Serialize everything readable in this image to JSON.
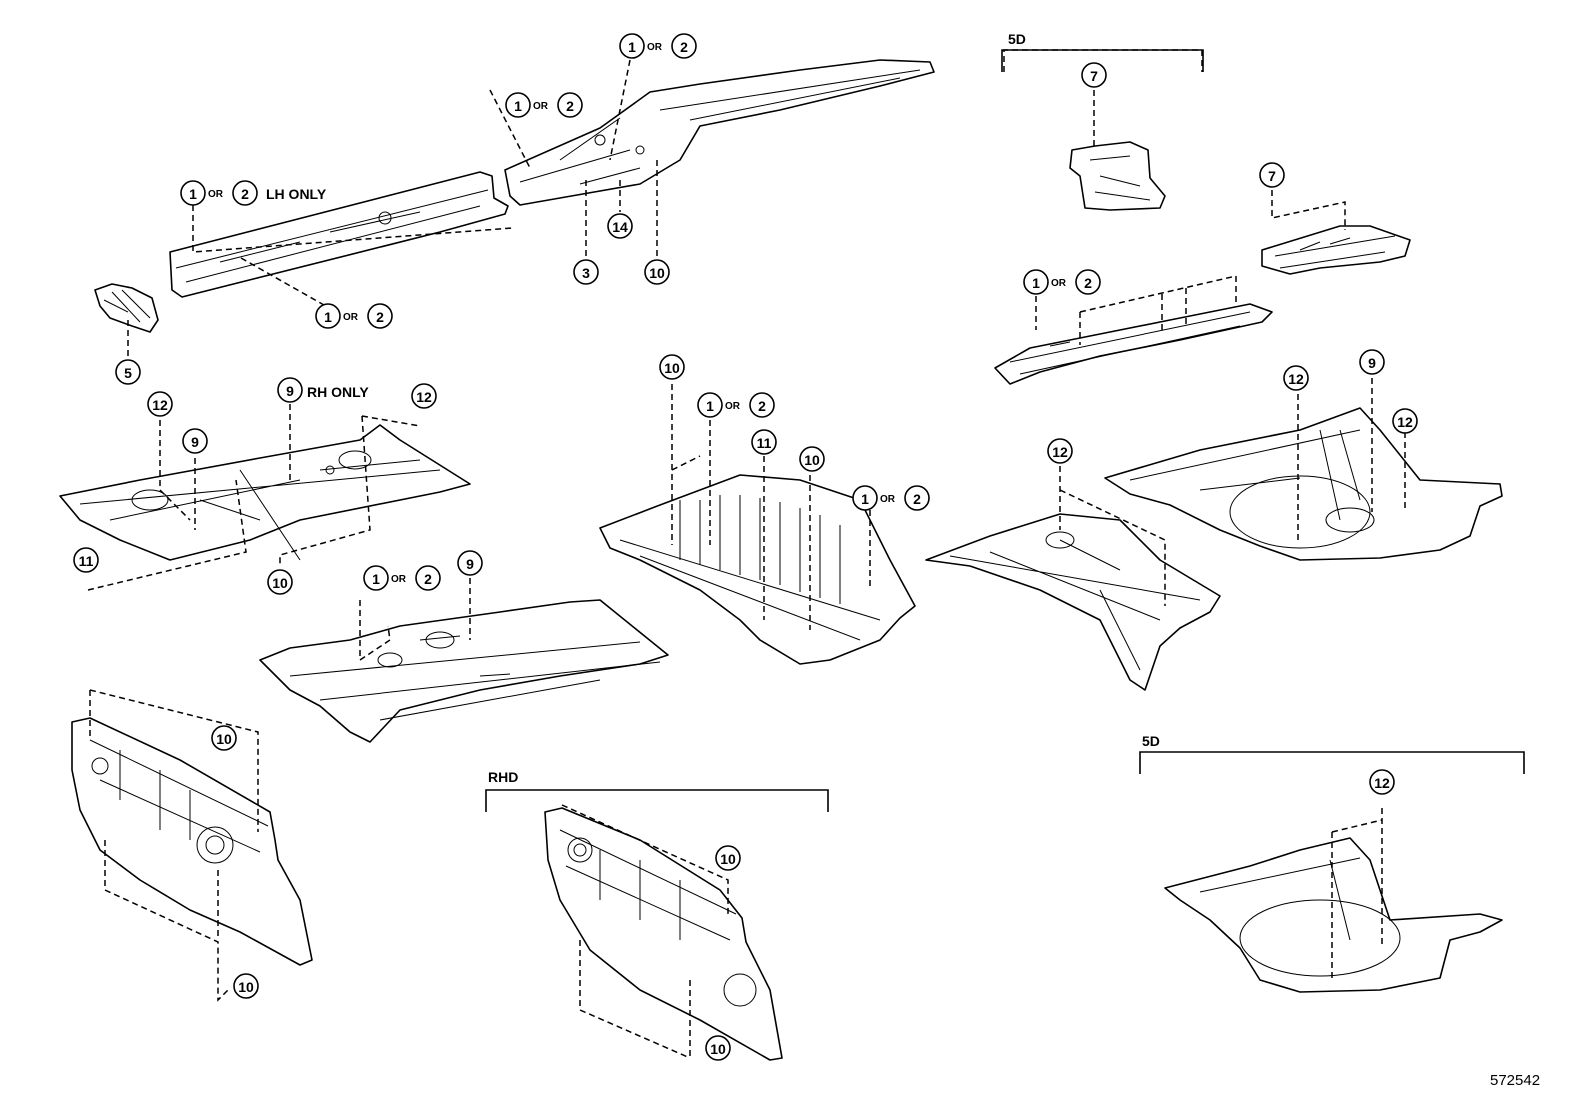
{
  "diagram": {
    "figure_number": "572542",
    "connector_word": "OR",
    "callouts": {
      "c1": "1",
      "c2": "2",
      "c3": "3",
      "c5": "5",
      "c7": "7",
      "c9": "9",
      "c10": "10",
      "c11": "11",
      "c12": "12",
      "c14": "14"
    },
    "labels": {
      "lh_only": "LH ONLY",
      "rh_only": "RH ONLY",
      "variant_5d": "5D",
      "variant_rhd": "RHD"
    }
  }
}
